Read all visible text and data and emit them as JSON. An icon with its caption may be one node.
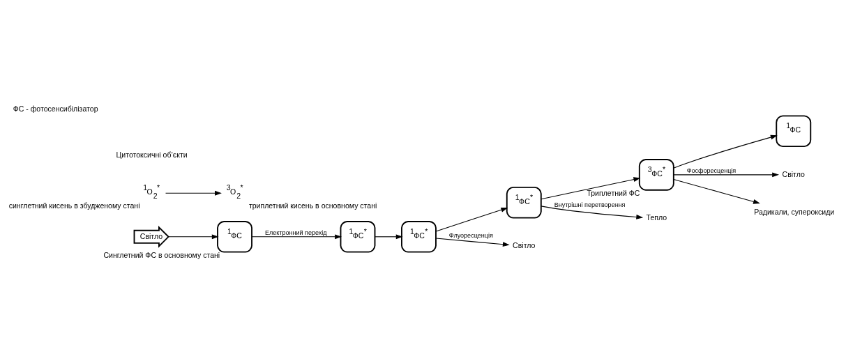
{
  "diagram": {
    "title": "ФС - фотосенсибілізатор",
    "nodes": [
      {
        "text": [
          "$^{1}$ФС"
        ],
        "beside": [
          "Синглетний ФС в основному стані"
        ]
      },
      {
        "text": [
          "$^{1}$ФС$^{*}$"
        ]
      },
      {
        "text": [
          "$^{1}$ФС$^{*}$"
        ]
      },
      {
        "text": [
          "$^{1}$ФС$^{*}$"
        ]
      },
      {
        "text": [
          "$^{3}$ФС$^{*}$"
        ],
        "beside": [
          "Триплетний ФС"
        ]
      },
      {
        "text": [
          "$^{1}$ФС"
        ]
      },
      {
        "text": [
          "Світло"
        ]
      },
      {
        "text": [
          "Світло"
        ]
      },
      {
        "text": [
          "Тепло"
        ]
      },
      {
        "text": [
          "Світло"
        ]
      },
      {
        "text": [
          "Радикали, супероксиди"
        ]
      },
      {
        "text": [
          "$^{1}$O$_{2}$$^{*}$"
        ],
        "beside": [
          "синглетний кисень в збудженому стані"
        ]
      },
      {
        "text": [
          "$^{3}$O$_{2}$$^{*}$"
        ],
        "beside": [
          "триплетний кисень в основному стані"
        ]
      }
    ],
    "edges": [
      {
        "from": 6,
        "to": 0,
        "arrow": "to"
      },
      {
        "from": 0,
        "to": 1,
        "arrow": "to",
        "label": "Електронний перехід"
      },
      {
        "from": 1,
        "to": 2,
        "arrow": "to"
      },
      {
        "from": 2,
        "to": 3,
        "arrow": "to"
      },
      {
        "from": 2,
        "to": 7,
        "arrow": "to",
        "label": "Флуоресценція"
      },
      {
        "from": 3,
        "to": 8,
        "arrow": "to",
        "label": "Внутрішні перетворення"
      },
      {
        "from": 3,
        "to": 4,
        "arrow": "to"
      },
      {
        "from": 4,
        "to": 9,
        "arrow": "to",
        "label": "Фосфоресценція"
      },
      {
        "from": 4,
        "to": 10,
        "arrow": "to"
      },
      {
        "from": 4,
        "to": 5,
        "arrow": "to"
      },
      {
        "from": 11,
        "to": 12,
        "arrow": "to"
      }
    ],
    "labels": [
      "Цитотоксичні об’єкти"
    ]
  }
}
